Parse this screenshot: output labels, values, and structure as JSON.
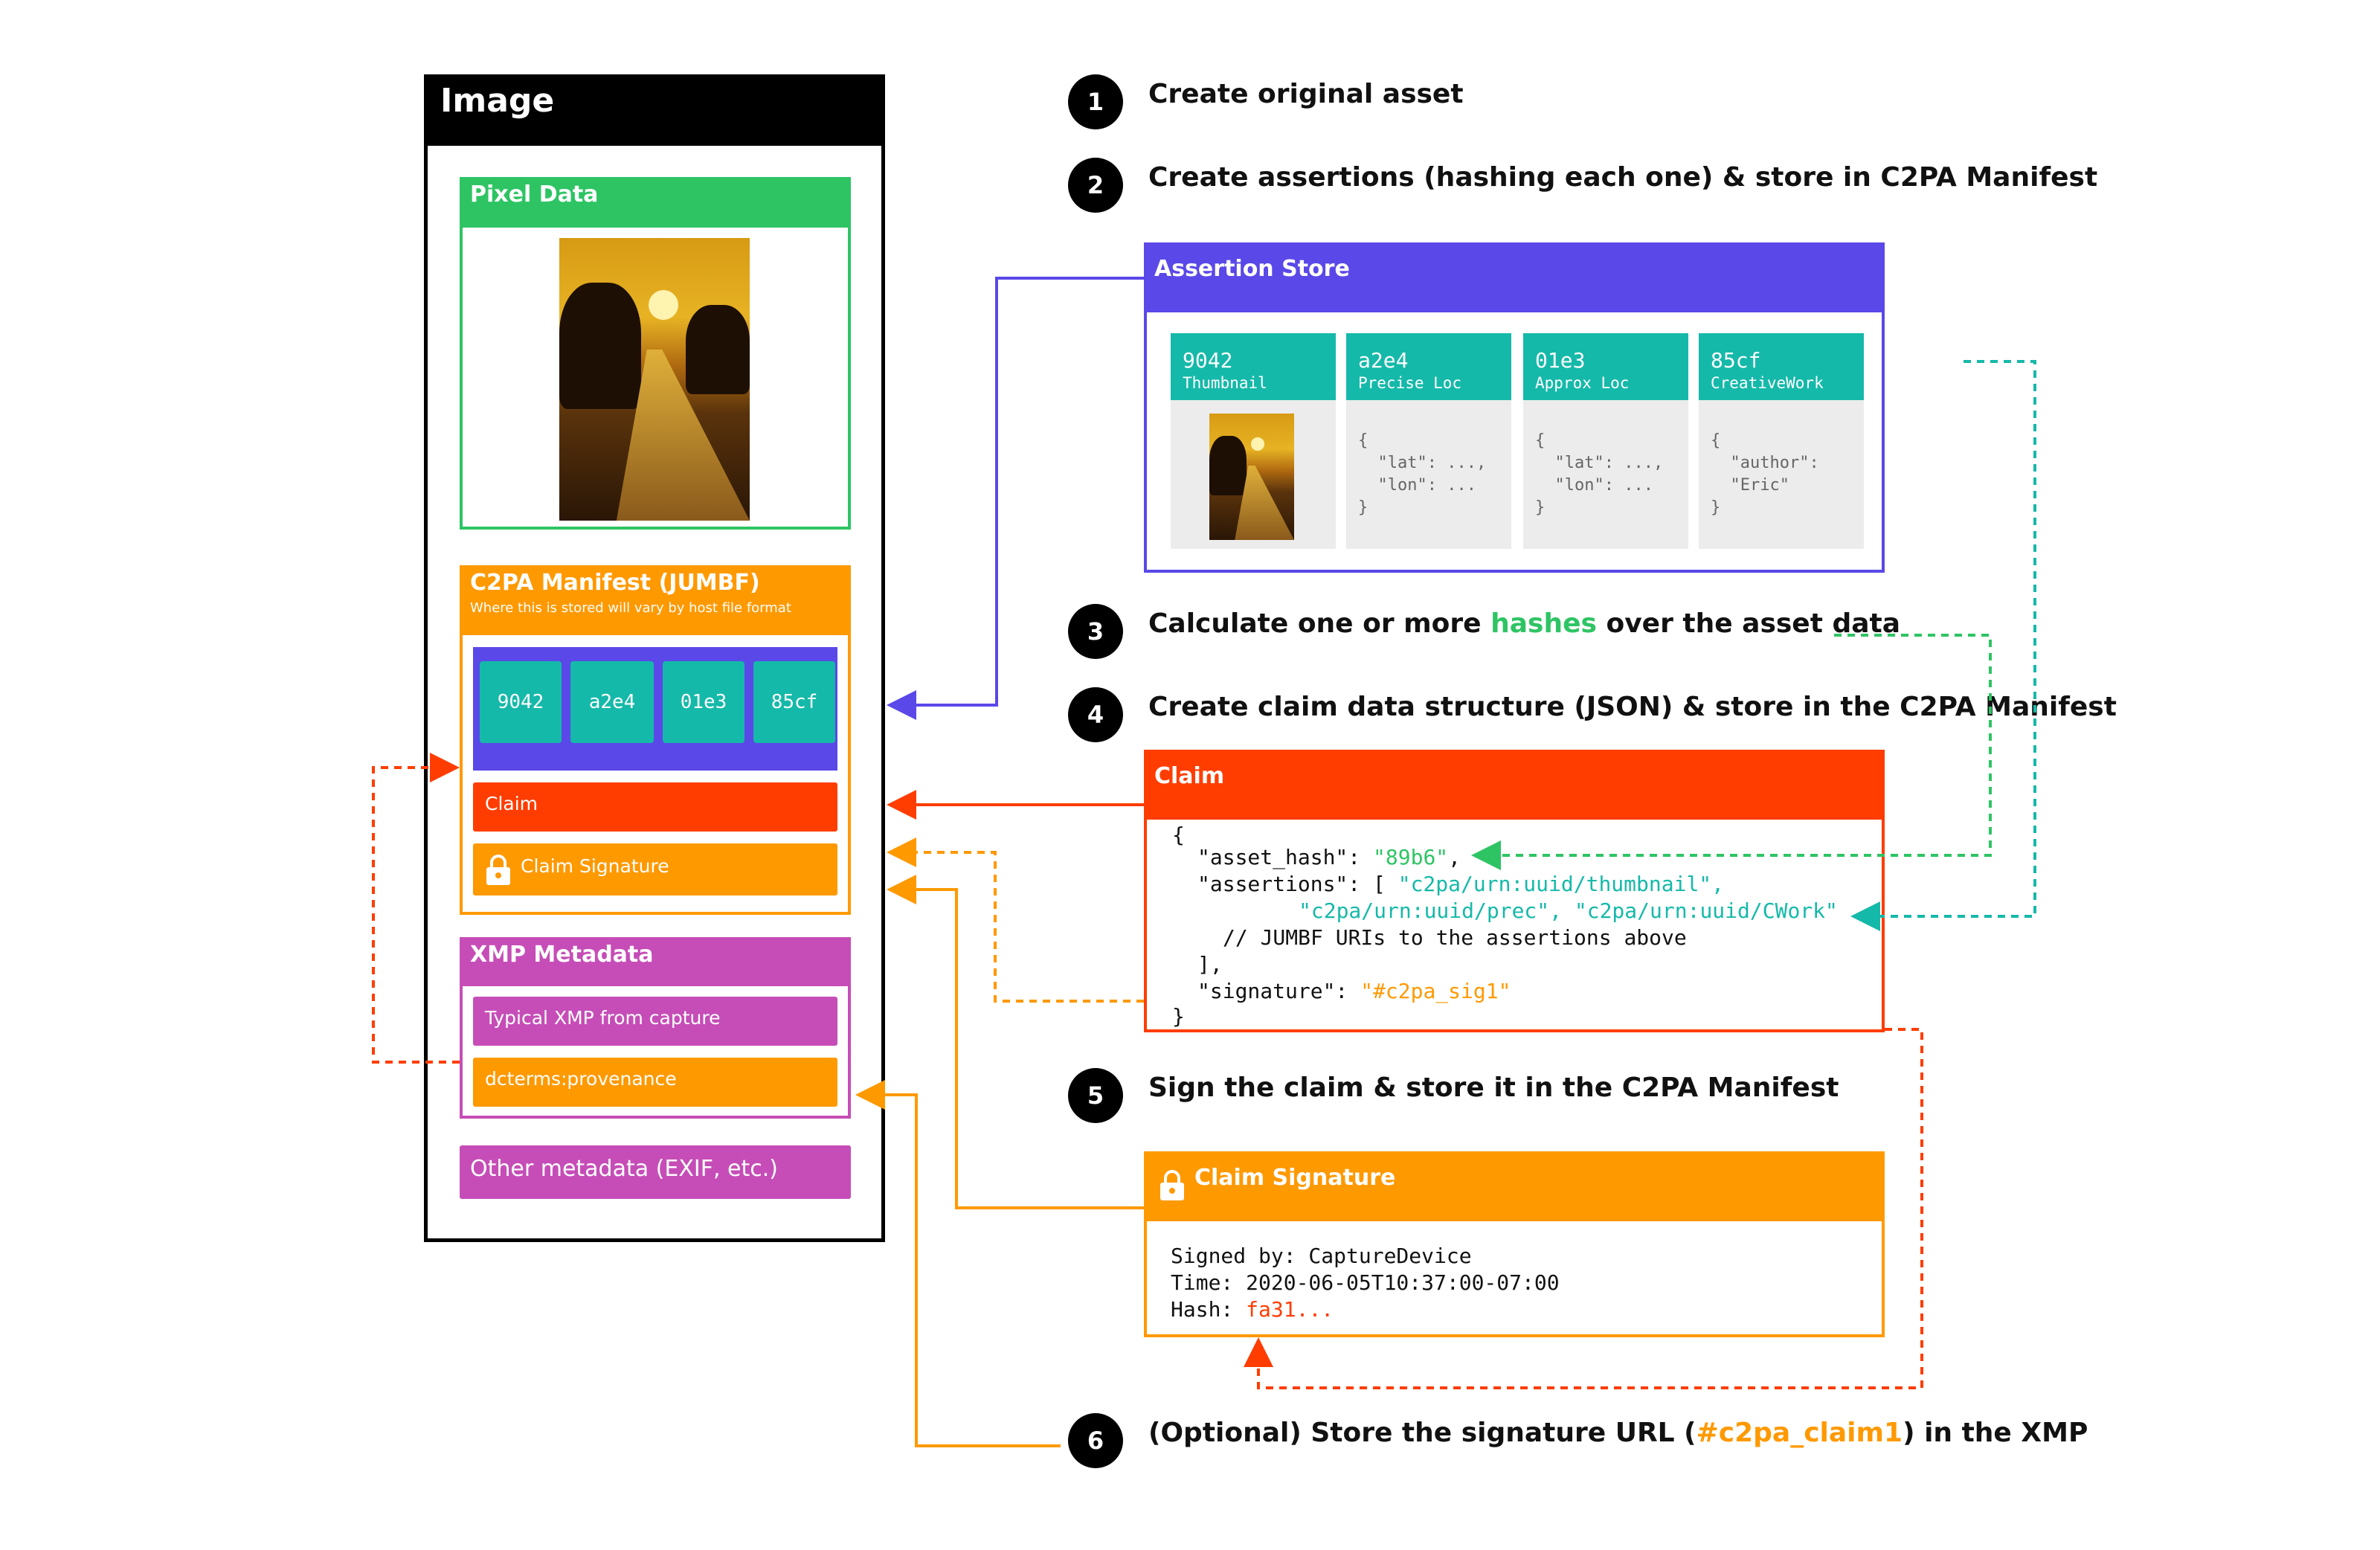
{
  "image": {
    "title": "Image"
  },
  "pixel_data": {
    "title": "Pixel Data"
  },
  "manifest": {
    "title": "C2PA Manifest (JUMBF)",
    "subtitle": "Where this is stored will vary by host file format",
    "chips": [
      "9042",
      "a2e4",
      "01e3",
      "85cf"
    ],
    "claim_label": "Claim",
    "signature_label": "Claim Signature"
  },
  "xmp": {
    "title": "XMP Metadata",
    "typical": "Typical XMP from capture",
    "provenance": "dcterms:provenance"
  },
  "other_metadata": "Other metadata (EXIF, etc.)",
  "steps": [
    {
      "num": "1",
      "text": "Create original asset"
    },
    {
      "num": "2",
      "text": "Create assertions (hashing each one) & store in C2PA Manifest"
    },
    {
      "num": "3",
      "text_before": "Calculate one or more ",
      "highlight": "hashes",
      "text_after": " over the asset data"
    },
    {
      "num": "4",
      "text": "Create claim data structure (JSON) & store in the C2PA Manifest"
    },
    {
      "num": "5",
      "text": "Sign the claim & store it in the C2PA Manifest"
    },
    {
      "num": "6",
      "text_before": "(Optional) Store the signature URL (",
      "highlight": "#c2pa_claim1",
      "text_after": ") in the XMP"
    }
  ],
  "assertion_store": {
    "title": "Assertion Store",
    "cards": [
      {
        "id": "9042",
        "label": "Thumbnail",
        "body": ""
      },
      {
        "id": "a2e4",
        "label": "Precise Loc",
        "body": "{\n  \"lat\": ...,\n  \"lon\": ...\n}"
      },
      {
        "id": "01e3",
        "label": "Approx Loc",
        "body": "{\n  \"lat\": ...,\n  \"lon\": ...\n}"
      },
      {
        "id": "85cf",
        "label": "CreativeWork",
        "body": "{\n  \"author\":\n  \"Eric\"\n}"
      }
    ]
  },
  "claim": {
    "title": "Claim",
    "open_brace": "{",
    "asset_hash_key": "\"asset_hash\": ",
    "asset_hash_val": "\"89b6\"",
    "asset_hash_comma": ",",
    "assertions_key": "\"assertions\": [ ",
    "assertion_1": "\"c2pa/urn:uuid/thumbnail\",",
    "assertion_2": "\"c2pa/urn:uuid/prec\", \"c2pa/urn:uuid/CWork\"",
    "comment": "// JUMBF URIs to the assertions above",
    "close_bracket": "],",
    "signature_key": "\"signature\": ",
    "signature_val": "\"#c2pa_sig1\"",
    "close_brace": "}"
  },
  "signature": {
    "title": "Claim Signature",
    "signed_by": "Signed by: CaptureDevice",
    "time": "Time: 2020-06-05T10:37:00-07:00",
    "hash_label": "Hash: ",
    "hash_val": "fa31..."
  },
  "colors": {
    "green": "#2ec464",
    "orange": "#ff9900",
    "purple": "#5a48e8",
    "red": "#ff3d00",
    "magenta": "#c64db7",
    "teal": "#15b9a9"
  },
  "icons": [
    "lock-icon"
  ]
}
